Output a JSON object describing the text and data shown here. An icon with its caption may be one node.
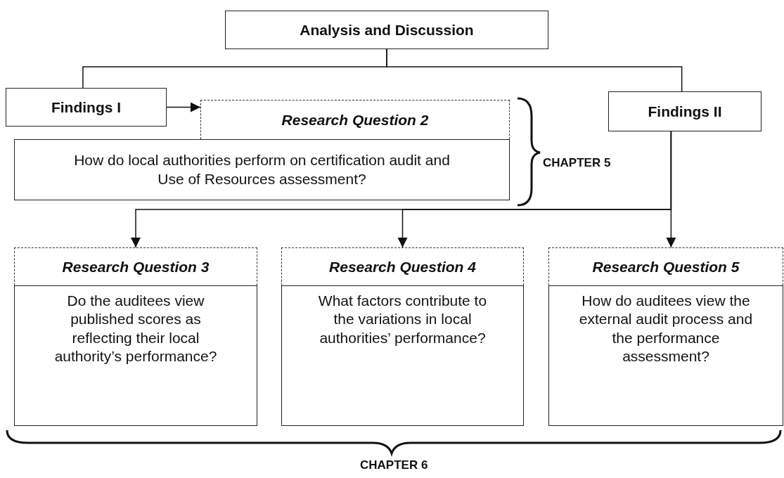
{
  "diagram": {
    "nodes": [
      {
        "text": [
          "Analysis and Discussion"
        ]
      },
      {
        "text": [
          "Findings I"
        ]
      },
      {
        "text": [
          "Research Question 2"
        ]
      },
      {
        "text": [
          "How do local authorities perform on certification audit and Use of Resources assessment?"
        ]
      },
      {
        "text": [
          "Findings II"
        ]
      },
      {
        "text": [
          "Research Question 3"
        ]
      },
      {
        "text": [
          "Do the auditees view published scores as reflecting their local authority’s performance?"
        ]
      },
      {
        "text": [
          "Research Question 4"
        ]
      },
      {
        "text": [
          "What factors contribute to the variations in local authorities’ performance?"
        ]
      },
      {
        "text": [
          "Research Question 5"
        ]
      },
      {
        "text": [
          "How do auditees view the external audit process and the performance assessment?"
        ]
      }
    ],
    "edges": [
      {
        "from": 0,
        "to": 1,
        "arrow": "none"
      },
      {
        "from": 0,
        "to": 4,
        "arrow": "none"
      },
      {
        "from": 1,
        "to": 2,
        "arrow": "to"
      },
      {
        "from": 4,
        "to": 5,
        "arrow": "to"
      },
      {
        "from": 4,
        "to": 7,
        "arrow": "to"
      },
      {
        "from": 4,
        "to": 9,
        "arrow": "to"
      }
    ],
    "labels": [
      "CHAPTER 5",
      "CHAPTER 6"
    ]
  }
}
